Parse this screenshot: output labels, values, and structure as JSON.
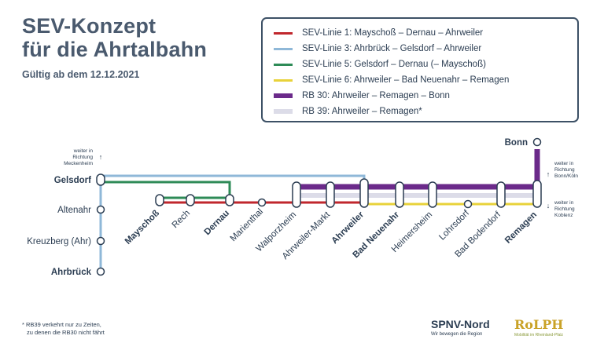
{
  "header": {
    "title_line1": "SEV-Konzept",
    "title_line2": "für die Ahrtalbahn",
    "valid_from": "Gültig ab dem 12.12.2021"
  },
  "legend": {
    "items": [
      {
        "label": "SEV-Linie 1: Mayschoß – Dernau – Ahrweiler",
        "color": "#c0272d"
      },
      {
        "label": "SEV-Linie 3: Ahrbrück – Gelsdorf – Ahrweiler",
        "color": "#8fb8d8"
      },
      {
        "label": "SEV-Linie 5: Gelsdorf – Dernau (– Mayschoß)",
        "color": "#2e8b57"
      },
      {
        "label": "SEV-Linie 6: Ahrweiler – Bad Neuenahr – Remagen",
        "color": "#e8d23a"
      },
      {
        "label": "RB 30: Ahrweiler – Remagen – Bonn",
        "color": "#6b2a8a"
      },
      {
        "label": "RB 39: Ahrweiler – Remagen*",
        "color": "#dcdce8"
      }
    ]
  },
  "stations": {
    "gelsdorf": "Gelsdorf",
    "altenahr": "Altenahr",
    "kreuzberg": "Kreuzberg (Ahr)",
    "ahrbrueck": "Ahrbrück",
    "mayschoss": "Mayschoß",
    "rech": "Rech",
    "dernau": "Dernau",
    "marienthal": "Marienthal",
    "walporzheim": "Walporzheim",
    "ahrweiler_markt": "Ahrweiler-Markt",
    "ahrweiler": "Ahrweiler",
    "bad_neuenahr": "Bad Neuenahr",
    "heimersheim": "Heimersheim",
    "lohrsdorf": "Lohrsdorf",
    "bad_bodendorf": "Bad Bodendorf",
    "remagen": "Remagen",
    "bonn": "Bonn"
  },
  "directions": {
    "meckenheim_1": "weiter in",
    "meckenheim_2": "Richtung",
    "meckenheim_3": "Meckenheim",
    "bonn_1": "weiter in",
    "bonn_2": "Richtung",
    "bonn_3": "Bonn/Köln",
    "koblenz_1": "weiter in",
    "koblenz_2": "Richtung",
    "koblenz_3": "Koblenz"
  },
  "footnote": {
    "line1": "* RB39 verkehrt nur zu Zeiten,",
    "line2": "zu denen die RB30 nicht fährt"
  },
  "logos": {
    "spnv": "SPNV-Nord",
    "spnv_sub": "Wir bewegen die Region",
    "rolph": "RoLPH",
    "rolph_sub": "Mobilität im Rheinland-Pfalz"
  }
}
